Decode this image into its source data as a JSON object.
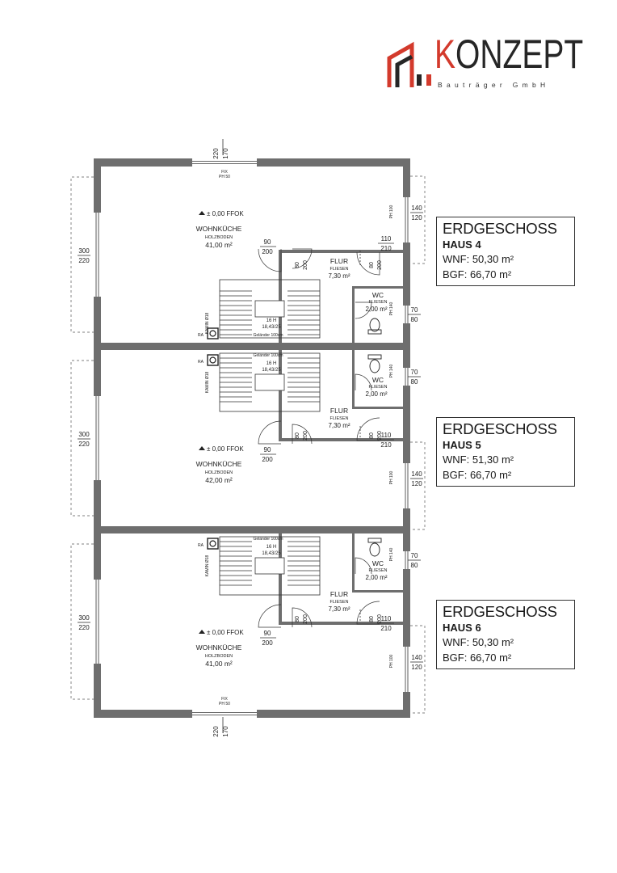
{
  "logo": {
    "word_part1": "K",
    "word_part2": "ONZEPT",
    "subtitle": "Bauträger GmbH"
  },
  "floors": [
    {
      "heading": "ERDGESCHOSS",
      "house": "HAUS 4",
      "wnf": "WNF: 50,30 m²",
      "bgf": "BGF: 66,70 m²",
      "room_main_name": "WOHNKÜCHE",
      "room_main_floor": "HOLZBODEN",
      "room_main_area": "41,00 m²",
      "level": "± 0,00 FFOK",
      "flur_name": "FLUR",
      "flur_floor": "FLIESEN",
      "flur_area": "7,30 m²",
      "wc_name": "WC",
      "wc_floor": "FLIESEN",
      "wc_area": "2,00 m²",
      "stair_steps": "16 H",
      "stair_dims": "18,43/25",
      "railing": "Geländer 100cm",
      "chimney": "KAMIN Ø18",
      "ra": "RA",
      "win_left_w": "300",
      "win_left_h": "220",
      "win_right_w": "140",
      "win_right_h": "120",
      "win_right_ph": "PH 100",
      "wc_win_w": "70",
      "wc_win_h": "80",
      "wc_win_ph": "PH 140",
      "door_main_w": "90",
      "door_main_h": "200",
      "door_flur_w": "80",
      "door_flur_h": "200",
      "door_wc_w": "80",
      "door_wc_h": "200",
      "door_ext_w": "110",
      "door_ext_h": "210",
      "top_win_w": "220",
      "top_win_h": "170",
      "top_win_fix": "FIX",
      "top_win_ph": "PH 50"
    },
    {
      "heading": "ERDGESCHOSS",
      "house": "HAUS 5",
      "wnf": "WNF: 51,30 m²",
      "bgf": "BGF: 66,70 m²",
      "room_main_name": "WOHNKÜCHE",
      "room_main_floor": "HOLZBODEN",
      "room_main_area": "42,00 m²",
      "level": "± 0,00 FFOK",
      "flur_name": "FLUR",
      "flur_floor": "FLIESEN",
      "flur_area": "7,30 m²",
      "wc_name": "WC",
      "wc_floor": "FLIESEN",
      "wc_area": "2,00 m²",
      "stair_steps": "16 H",
      "stair_dims": "18,43/25",
      "railing": "Geländer 100cm",
      "chimney": "KAMIN Ø18",
      "ra": "RA",
      "win_left_w": "300",
      "win_left_h": "220",
      "win_right_w": "140",
      "win_right_h": "120",
      "win_right_ph": "PH 100",
      "wc_win_w": "70",
      "wc_win_h": "80",
      "wc_win_ph": "PH 140",
      "door_main_w": "90",
      "door_main_h": "200",
      "door_flur_w": "80",
      "door_flur_h": "200",
      "door_wc_w": "80",
      "door_wc_h": "200",
      "door_ext_w": "110",
      "door_ext_h": "210"
    },
    {
      "heading": "ERDGESCHOSS",
      "house": "HAUS 6",
      "wnf": "WNF: 50,30 m²",
      "bgf": "BGF: 66,70 m²",
      "room_main_name": "WOHNKÜCHE",
      "room_main_floor": "HOLZBODEN",
      "room_main_area": "41,00 m²",
      "level": "± 0,00 FFOK",
      "flur_name": "FLUR",
      "flur_floor": "FLIESEN",
      "flur_area": "7,30 m²",
      "wc_name": "WC",
      "wc_floor": "FLIESEN",
      "wc_area": "2,00 m²",
      "stair_steps": "16 H",
      "stair_dims": "18,43/25",
      "railing": "Geländer 100cm",
      "chimney": "KAMIN Ø18",
      "ra": "RA",
      "win_left_w": "300",
      "win_left_h": "220",
      "win_right_w": "140",
      "win_right_h": "120",
      "win_right_ph": "PH 100",
      "wc_win_w": "70",
      "wc_win_h": "80",
      "wc_win_ph": "PH 140",
      "door_main_w": "90",
      "door_main_h": "200",
      "door_flur_w": "80",
      "door_flur_h": "200",
      "door_wc_w": "80",
      "door_wc_h": "200",
      "door_ext_w": "110",
      "door_ext_h": "210",
      "top_win_w": "220",
      "top_win_h": "170",
      "top_win_fix": "FIX",
      "top_win_ph": "PH 50"
    }
  ],
  "colors": {
    "brand_red": "#d33a2c",
    "brand_dark": "#262626",
    "wall": "#6e6e6e"
  }
}
